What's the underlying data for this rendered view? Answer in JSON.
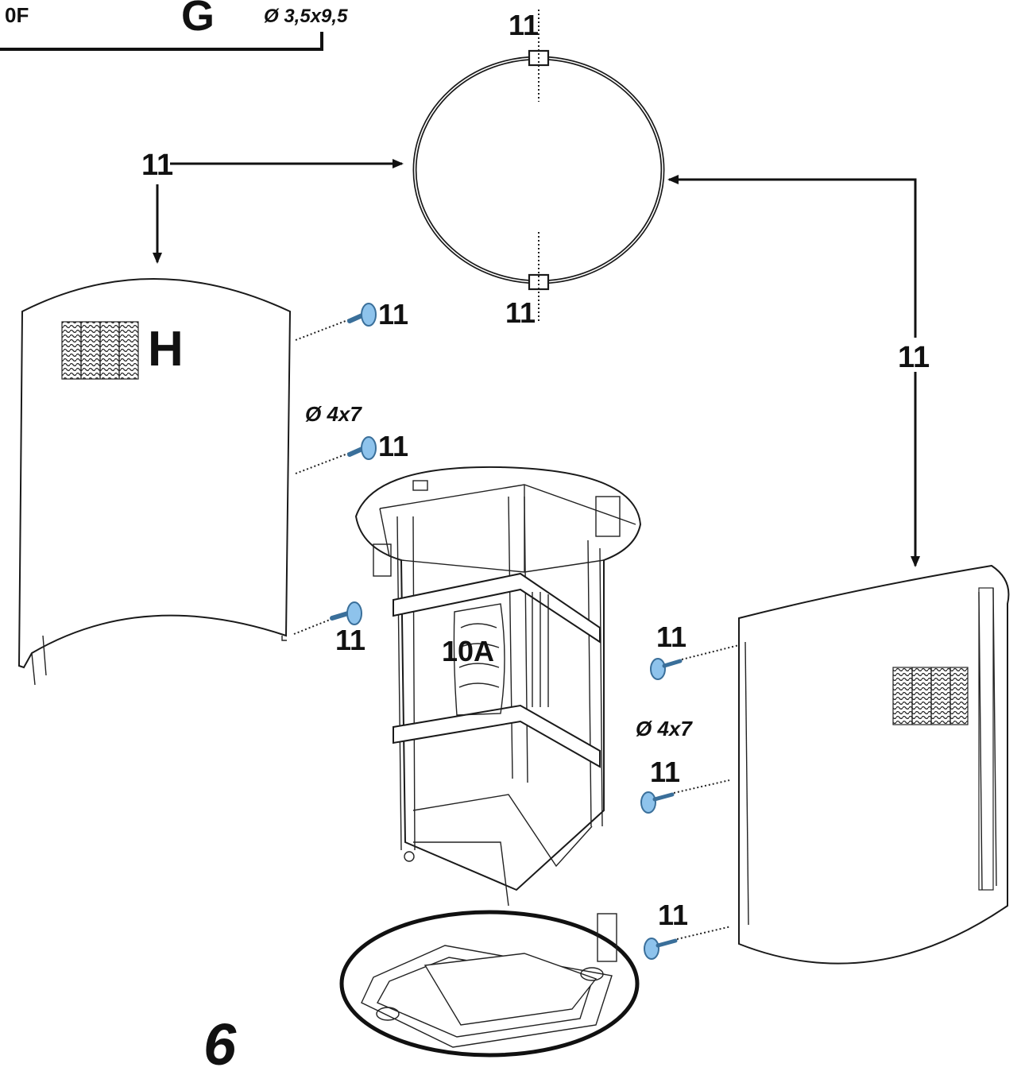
{
  "labels": {
    "corner": "0F",
    "part_g": "G",
    "screw_g_size": "Ø 3,5x9,5",
    "part_h": "H",
    "part_10a": "10A",
    "screw_size_left": "Ø 4x7",
    "screw_size_right": "Ø 4x7",
    "figure_number": "6",
    "ring_top": "11",
    "ring_bottom": "11",
    "arrow_left": "11",
    "arrow_right": "11",
    "screw_left_1": "11",
    "screw_left_2": "11",
    "screw_left_3": "11",
    "screw_right_1": "11",
    "screw_right_2": "11",
    "screw_right_3": "11"
  },
  "colors": {
    "screw": "#8ec3ec",
    "line": "#111111"
  },
  "icons": {
    "screw": "screw-icon",
    "arrow": "arrow-icon"
  }
}
